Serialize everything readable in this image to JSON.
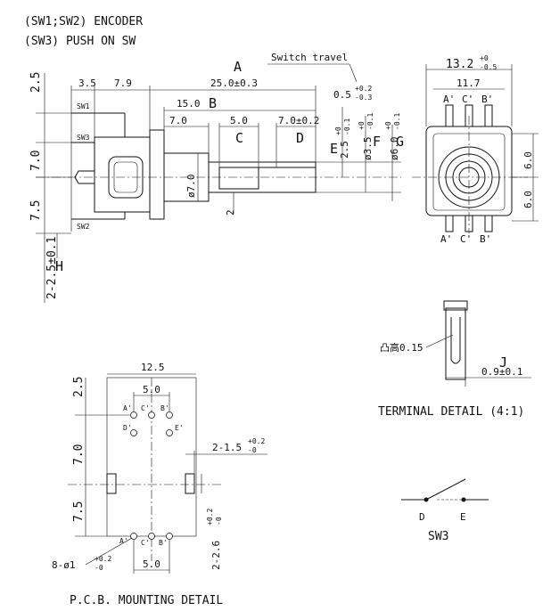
{
  "header": {
    "line1": "(SW1;SW2) ENCODER",
    "line2": "(SW3) PUSH ON SW"
  },
  "side_view": {
    "letter_a": "A",
    "letter_b": "B",
    "letter_c": "C",
    "letter_d": "D",
    "letter_e": "E",
    "letter_f": "F",
    "letter_g": "G",
    "letter_h": "H",
    "switch_travel": "Switch travel",
    "dim_3_5": "3.5",
    "dim_7_9": "7.9",
    "dim_25": "25.0±0.3",
    "dim_15": "15.0",
    "dim_7": "7.0",
    "dim_5": "5.0",
    "dim_7_02": "7.0±0.2",
    "dim_travel": "0.5",
    "dim_travel_tol_up": "+0.2",
    "dim_travel_tol_dn": "-0.3",
    "dim_2_5_tol": "2.5",
    "dim_2_5_up": "+0",
    "dim_2_5_dn": "-0.1",
    "dim_3_5_dia": "ø3.5",
    "dim_3_5_up": "+0",
    "dim_3_5_dn": "-0.1",
    "dim_6_dia": "ø6.0",
    "dim_6_up": "+0",
    "dim_6_dn": "-0.1",
    "dim_7_dia": "ø7.0",
    "dim_2": "2",
    "dim_left_2_5": "2.5",
    "dim_left_7_0": "7.0",
    "dim_left_7_5": "7.5",
    "dim_pitch": "2-2.5±0.1",
    "label_sw1": "SW1",
    "label_sw3": "SW3",
    "label_sw2": "SW2"
  },
  "front_view": {
    "dim_13_2": "13.2",
    "dim_13_2_up": "+0",
    "dim_13_2_dn": "-0.5",
    "dim_11_7": "11.7",
    "dim_6_top": "6.0",
    "dim_6_bot": "6.0",
    "pin_a": "A'",
    "pin_c": "C'",
    "pin_b": "B'"
  },
  "terminal_detail": {
    "label": "凸高0.15",
    "letter_j": "J",
    "dim": "0.9±0.1",
    "title": "TERMINAL DETAIL (4:1)"
  },
  "pcb": {
    "dim_12_5": "12.5",
    "dim_5_top": "5.0",
    "dim_5_bot": "5.0",
    "dim_2_5": "2.5",
    "dim_7_0": "7.0",
    "dim_7_5": "7.5",
    "pin_a": "A'",
    "pin_c": "C'",
    "pin_b": "B'",
    "pin_d": "D'",
    "pin_e": "E'",
    "pin_a2": "A'",
    "pin_c2": "C'",
    "pin_b2": "B'",
    "slot_dim": "2-1.5",
    "slot_up": "+0.2",
    "slot_dn": "-0",
    "slot_len": "2-2.6",
    "slot_len_up": "+0.2",
    "slot_len_dn": "-0",
    "hole_dim": "8-ø1",
    "hole_up": "+0.2",
    "hole_dn": "-0",
    "title": "P.C.B. MOUNTING DETAIL"
  },
  "sw3_symbol": {
    "pin_d": "D",
    "pin_e": "E",
    "label": "SW3"
  }
}
